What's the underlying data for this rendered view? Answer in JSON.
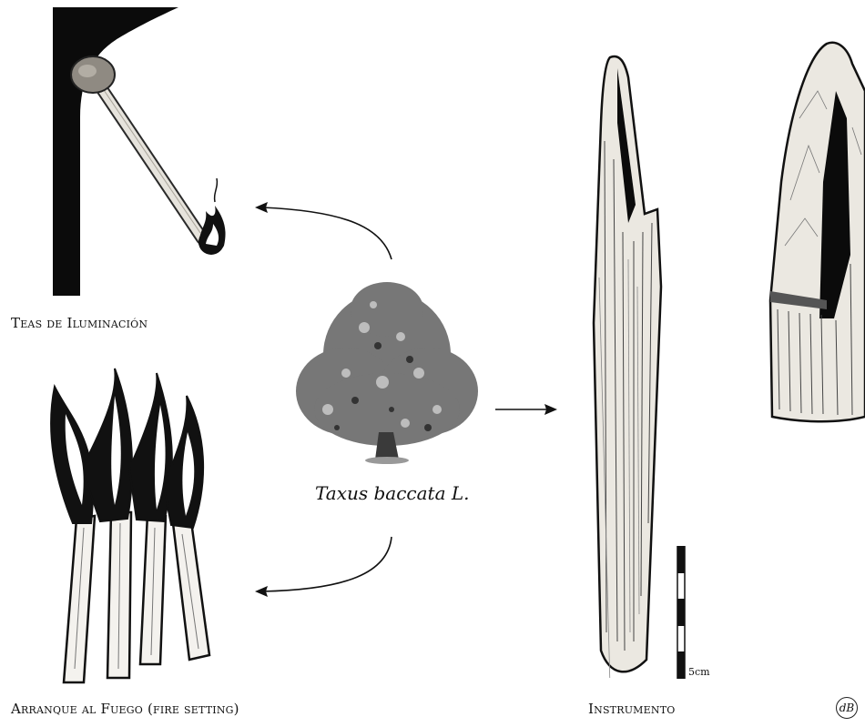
{
  "labels": {
    "torch": "Teas de Iluminación",
    "fire_setting": "Arranque al Fuego (fire setting)",
    "tool": "Instrumento",
    "species": "Taxus baccata L.",
    "scale": "5cm",
    "logo": "dB"
  },
  "colors": {
    "ink": "#111111",
    "paper": "#ffffff",
    "wood_light": "#d9d6cf",
    "cave": "#0b0b0b"
  }
}
